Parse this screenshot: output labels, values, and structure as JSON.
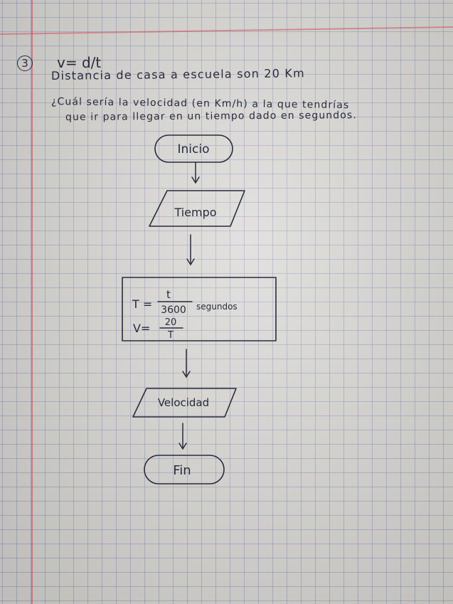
{
  "problem": {
    "number": "3",
    "formula": "v= d/t",
    "statement": "Distancia de casa a escuela son 20 Km",
    "question_line1": "¿Cuál sería la velocidad (en Km/h) a la que tendrías",
    "question_line2": "que ir para llegar en un tiempo dado en segundos."
  },
  "flowchart": {
    "start": "Inicio",
    "input": "Tiempo",
    "process": {
      "t_var": "T =",
      "t_numerator": "t",
      "t_denominator": "3600",
      "t_unit": "segundos",
      "v_var": "V=",
      "v_numerator": "20",
      "v_denominator": "T"
    },
    "output": "Velocidad",
    "end": "Fin"
  },
  "colors": {
    "ink": "#2a2c3c",
    "grid": "#6e78af",
    "margin": "#d2505a"
  }
}
